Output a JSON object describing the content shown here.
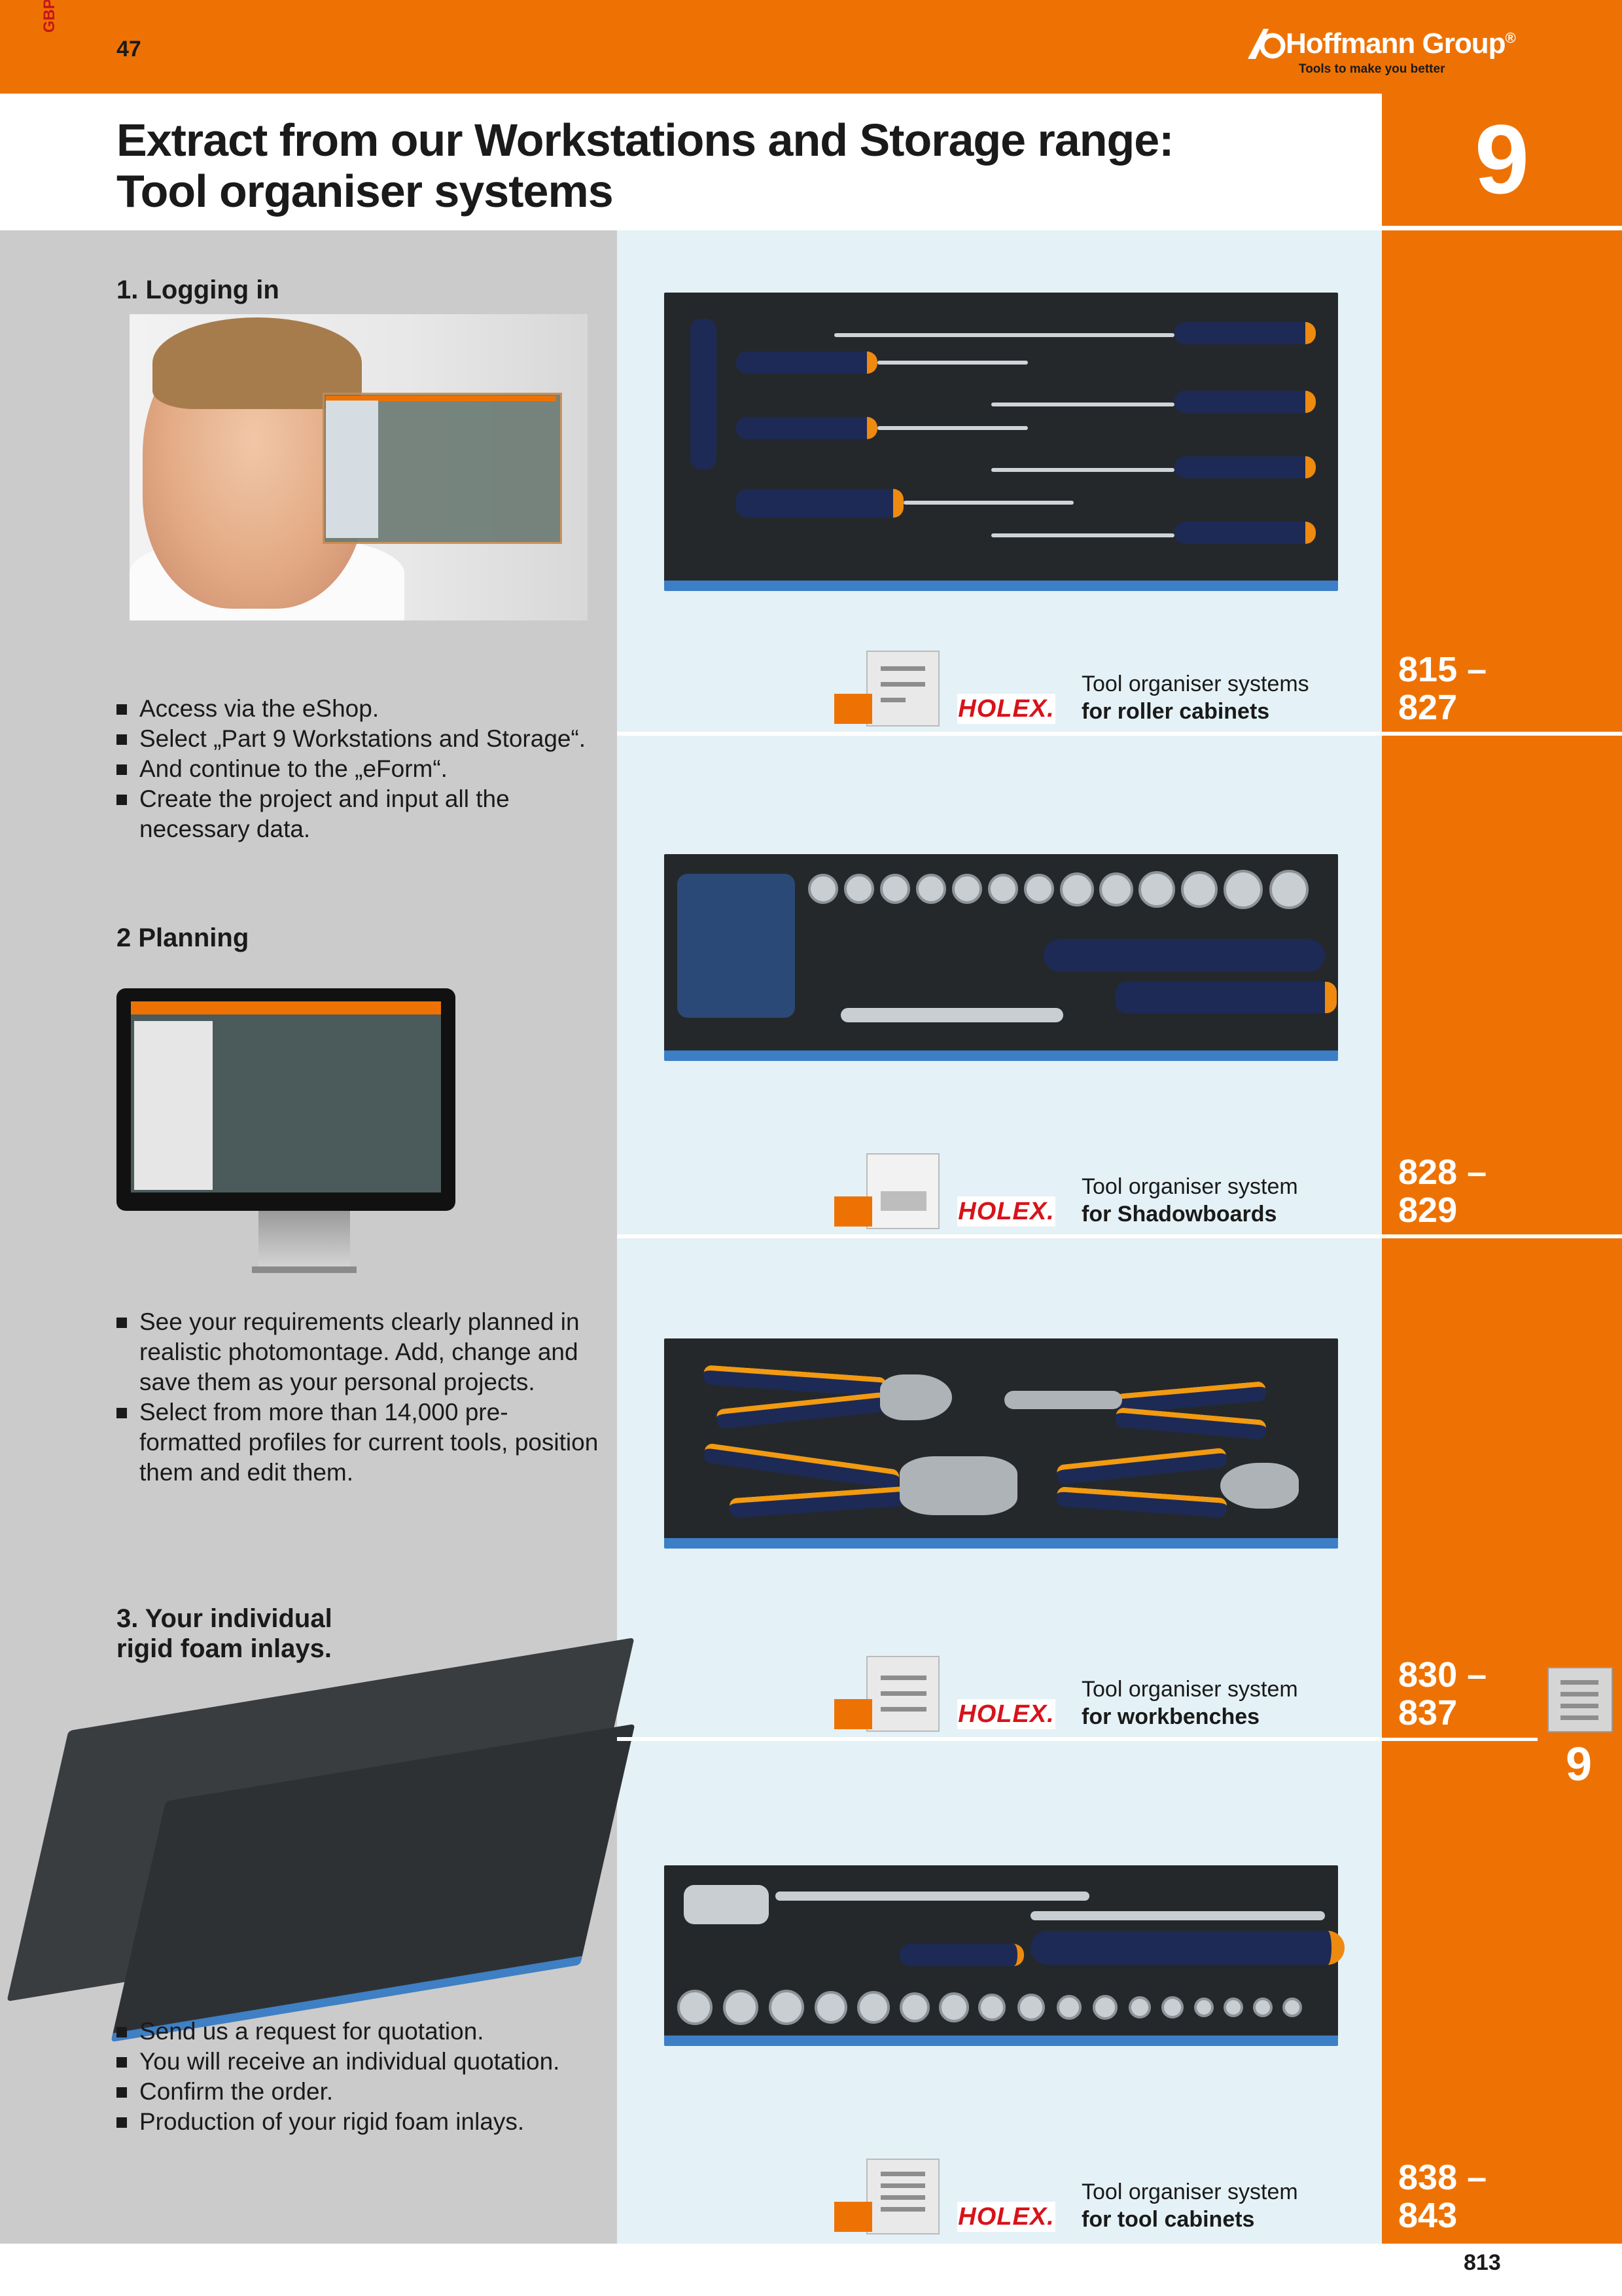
{
  "header": {
    "side_code": "GBP",
    "top_page": "47",
    "logo_name": "Hoffmann Group",
    "logo_registered": "®",
    "logo_tagline": "Tools to make you better",
    "chapter": "9"
  },
  "title": {
    "line1": "Extract from our Workstations and Storage range:",
    "line2": "Tool organiser systems"
  },
  "sections": [
    {
      "heading": "1. Logging in",
      "bullets": [
        "Access via the eShop.",
        "Select „Part 9 Workstations and Storage“.",
        "And continue to the „eForm“.",
        "Create the project and input all the necessary data."
      ]
    },
    {
      "heading": "2 Planning",
      "bullets": [
        "See your requirements clearly planned in realistic photomontage. Add, change and save them as your personal projects.",
        "Select from more than 14,000 pre-formatted profiles for current tools, position them and edit them."
      ]
    },
    {
      "heading_line1": "3. Your individual",
      "heading_line2": "rigid foam inlays.",
      "bullets": [
        "Send us a request for quotation.",
        "You will receive an individual quotation.",
        "Confirm the order.",
        "Production of your rigid foam inlays."
      ]
    }
  ],
  "products": [
    {
      "line1": "Tool organiser systems",
      "line2": "for roller cabinets",
      "range1": "815 –",
      "range2": "827",
      "brand": "HOLEX."
    },
    {
      "line1": "Tool organiser system",
      "line2": "for Shadowboards",
      "range1": "828 –",
      "range2": "829",
      "brand": "HOLEX."
    },
    {
      "line1": "Tool organiser system",
      "line2": "for workbenches",
      "range1": "830 –",
      "range2": "837",
      "brand": "HOLEX."
    },
    {
      "line1": "Tool organiser system",
      "line2": "for tool cabinets",
      "range1": "838 –",
      "range2": "843",
      "brand": "HOLEX."
    }
  ],
  "side_tab_number": "9",
  "page_number": "813",
  "colors": {
    "accent": "#ee7203",
    "panel_grey": "#cbcbcb",
    "panel_blue": "#e4f1f6",
    "brand_red": "#d7131a"
  }
}
